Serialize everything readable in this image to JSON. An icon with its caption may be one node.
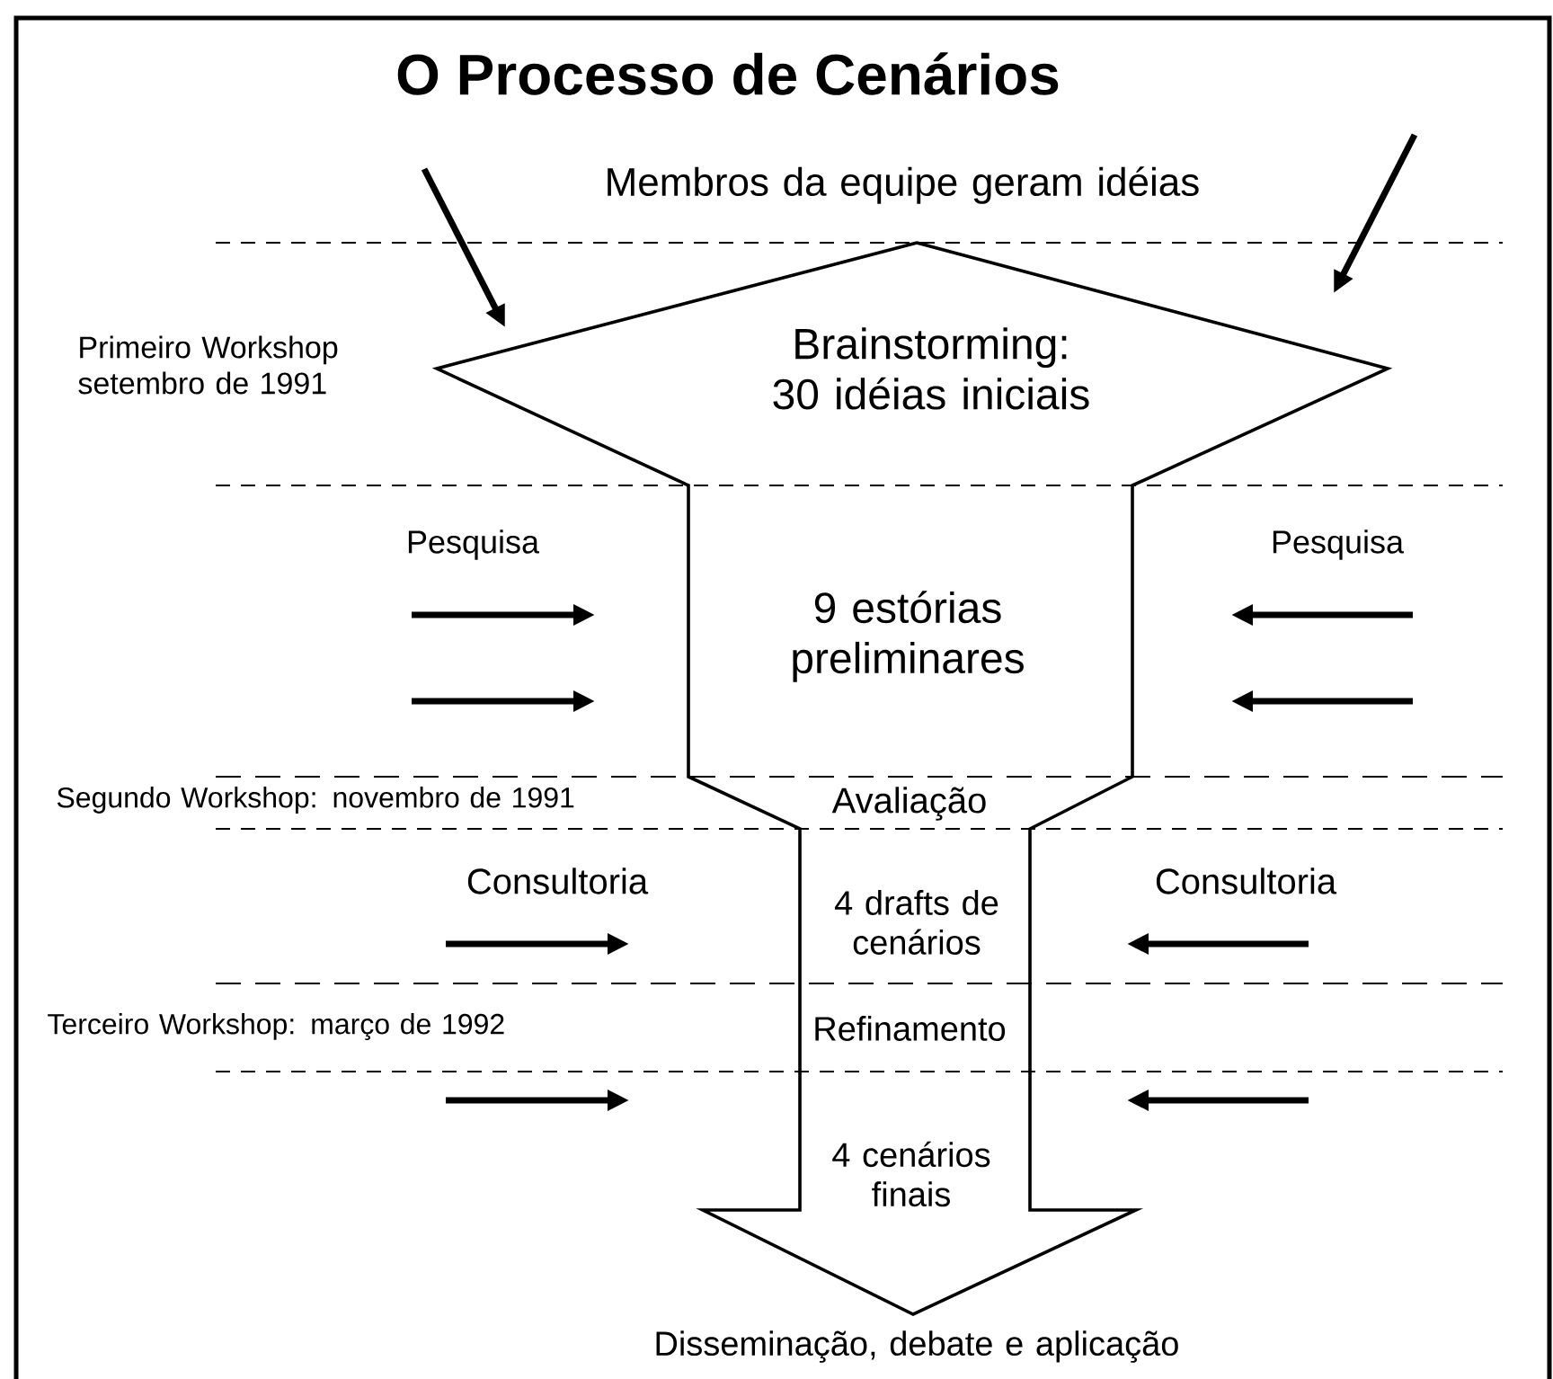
{
  "diagram": {
    "title": "O Processo de Cenários",
    "nodes": [
      {
        "text": [
          "Brainstorming: 30 idéias iniciais",
          "9 estórias preliminares",
          "Avaliação",
          "4 drafts de cenários",
          "Refinamento",
          "4 cenários finais"
        ]
      }
    ],
    "labels": [
      "Membros da equipe geram idéias",
      "Primeiro Workshop setembro de 1991",
      "Pesquisa",
      "Pesquisa",
      "Segundo Workshop: novembro de 1991",
      "Consultoria",
      "Consultoria",
      "Terceiro Workshop: março de 1992",
      "Disseminação, debate e aplicação"
    ]
  }
}
